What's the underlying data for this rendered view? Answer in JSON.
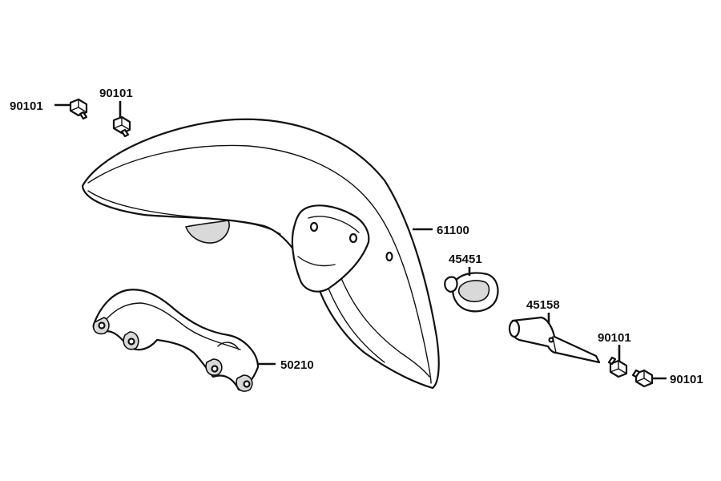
{
  "parts": [
    {
      "id": "bolt_top_left",
      "number": "90101"
    },
    {
      "id": "bolt_top",
      "number": "90101"
    },
    {
      "id": "front_fender",
      "number": "61100"
    },
    {
      "id": "hose_clip",
      "number": "45451"
    },
    {
      "id": "cable_bracket",
      "number": "45158"
    },
    {
      "id": "bolt_right_upper",
      "number": "90101"
    },
    {
      "id": "bolt_right_lower",
      "number": "90101"
    },
    {
      "id": "fender_brace",
      "number": "50210"
    }
  ]
}
